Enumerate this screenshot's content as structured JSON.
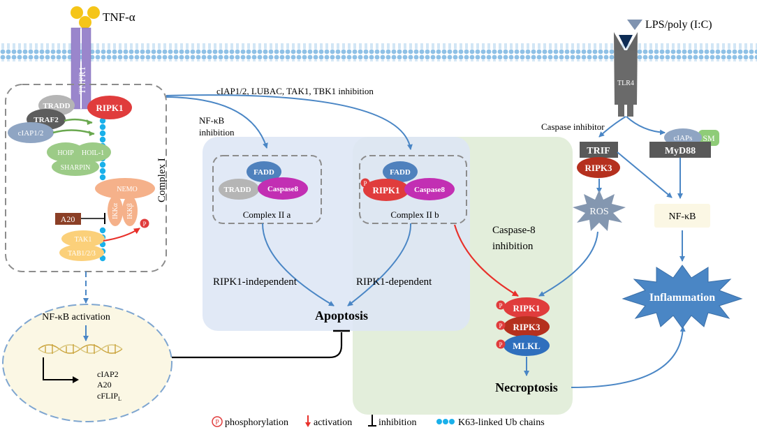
{
  "ligands": {
    "tnf": "TNF-α",
    "lps": "LPS/poly (I:C)"
  },
  "receptors": {
    "tnfr1": "TNFR1",
    "tlr4": "TLR4"
  },
  "complex_i": {
    "label": "Complex I",
    "tradd": "TRADD",
    "traf2": "TRAF2",
    "ciap": "cIAP1/2",
    "ripk1": "RIPK1",
    "hoip": "HOIP",
    "hoil": "HOIL-1",
    "sharpin": "SHARPIN",
    "nemo": "NEMO",
    "ikka": "IKKα",
    "ikkb": "IKKβ",
    "a20": "A20",
    "tak1": "TAK1",
    "tab": "TAB1/2/3"
  },
  "nfkb_box": {
    "title": "NF-κB activation",
    "genes": [
      "cIAP2",
      "A20",
      "cFLIP"
    ],
    "sub": "L"
  },
  "arrow_labels": {
    "top_inhibition": "cIAP1/2, LUBAC, TAK1, TBK1 inhibition",
    "nfkb_inhibition_1": "NF-κB",
    "nfkb_inhibition_2": "inhibition",
    "caspase_inhibitor": "Caspase inhibitor",
    "casp8_inhibition_1": "Caspase-8",
    "casp8_inhibition_2": "inhibition",
    "ripk1_independent": "RIPK1-independent",
    "ripk1_dependent": "RIPK1-dependent"
  },
  "complex_iia": {
    "label": "Complex II a",
    "fadd": "FADD",
    "tradd": "TRADD",
    "casp8": "Caspase8"
  },
  "complex_iib": {
    "label": "Complex II b",
    "fadd": "FADD",
    "ripk1": "RIPK1",
    "casp8": "Caspase8"
  },
  "outcomes": {
    "apoptosis": "Apoptosis",
    "necroptosis": "Necroptosis",
    "inflammation": "Inflammation"
  },
  "necrosome": {
    "ripk1": "RIPK1",
    "ripk3": "RIPK3",
    "mlkl": "MLKL"
  },
  "tlr_path": {
    "trif": "TRIF",
    "ripk3": "RIPK3",
    "ciaps": "cIAPs",
    "sm": "SM",
    "myd88": "MyD88",
    "ros": "ROS",
    "nfkb": "NF-κB"
  },
  "phospho_mark": "P",
  "legend": {
    "phosphorylation": "phosphorylation",
    "activation": "activation",
    "inhibition": "inhibition",
    "ub": "K63-linked Ub chains"
  },
  "colors": {
    "blue_arrow": "#4a86c5",
    "red_arrow": "#e8302a",
    "ripk1": "#e03c3c",
    "ripk3": "#b5301e",
    "caspase8": "#c22fb3",
    "fadd": "#4f81bd",
    "apoptosis_zone": "#dde6f5",
    "necroptosis_zone": "#e3eedb",
    "nfkb_zone": "#fbf7e4"
  }
}
